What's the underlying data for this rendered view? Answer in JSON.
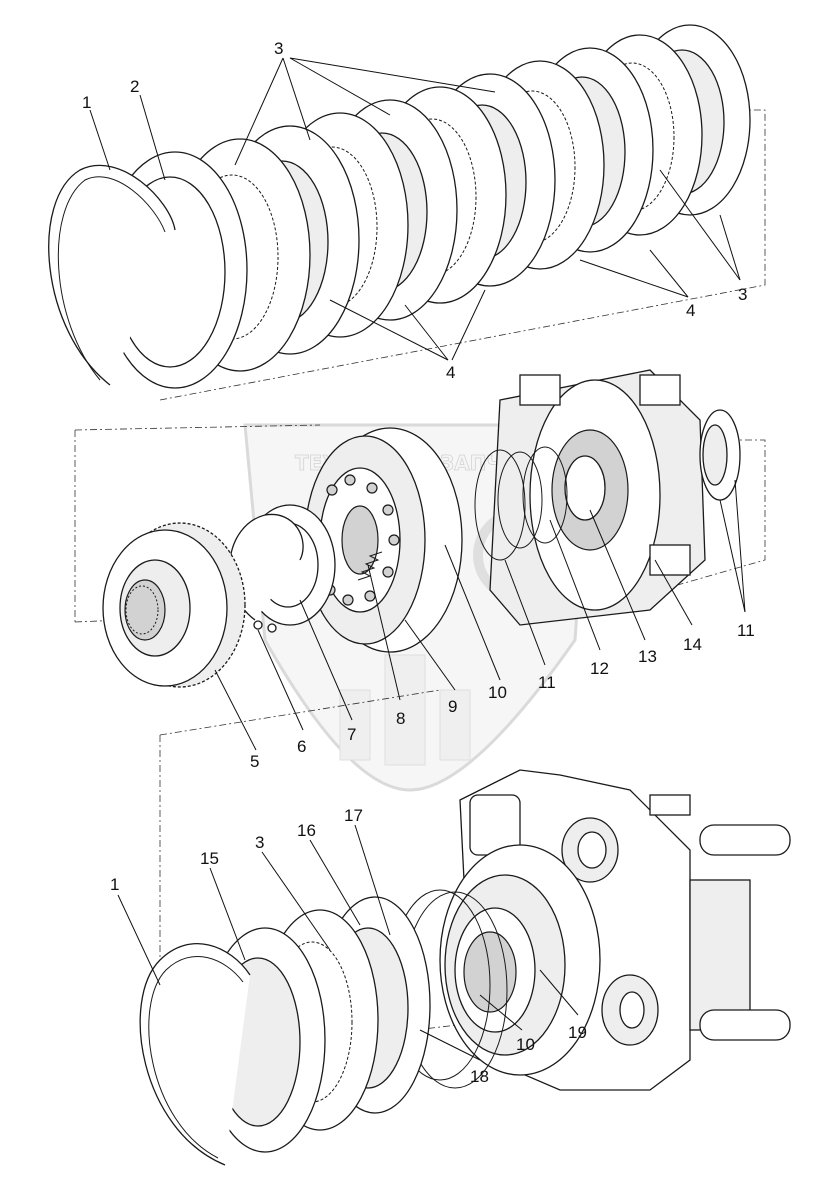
{
  "watermark": {
    "text_left": "ТЕХНИКА",
    "text_right": "ЗАПЧАСТИ"
  },
  "callouts": {
    "top_assembly": {
      "c1": "1",
      "c2": "2",
      "c3_top": "3",
      "c3_right": "3",
      "c4_right": "4",
      "c4_bottom": "4"
    },
    "middle_assembly": {
      "c5": "5",
      "c6": "6",
      "c7": "7",
      "c8": "8",
      "c9": "9",
      "c10": "10",
      "c11_left": "11",
      "c11_right": "11",
      "c12": "12",
      "c13": "13",
      "c14": "14"
    },
    "bottom_assembly": {
      "c1": "1",
      "c15": "15",
      "c3": "3",
      "c16": "16",
      "c17": "17",
      "c18": "18",
      "c10": "10",
      "c19": "19"
    }
  }
}
